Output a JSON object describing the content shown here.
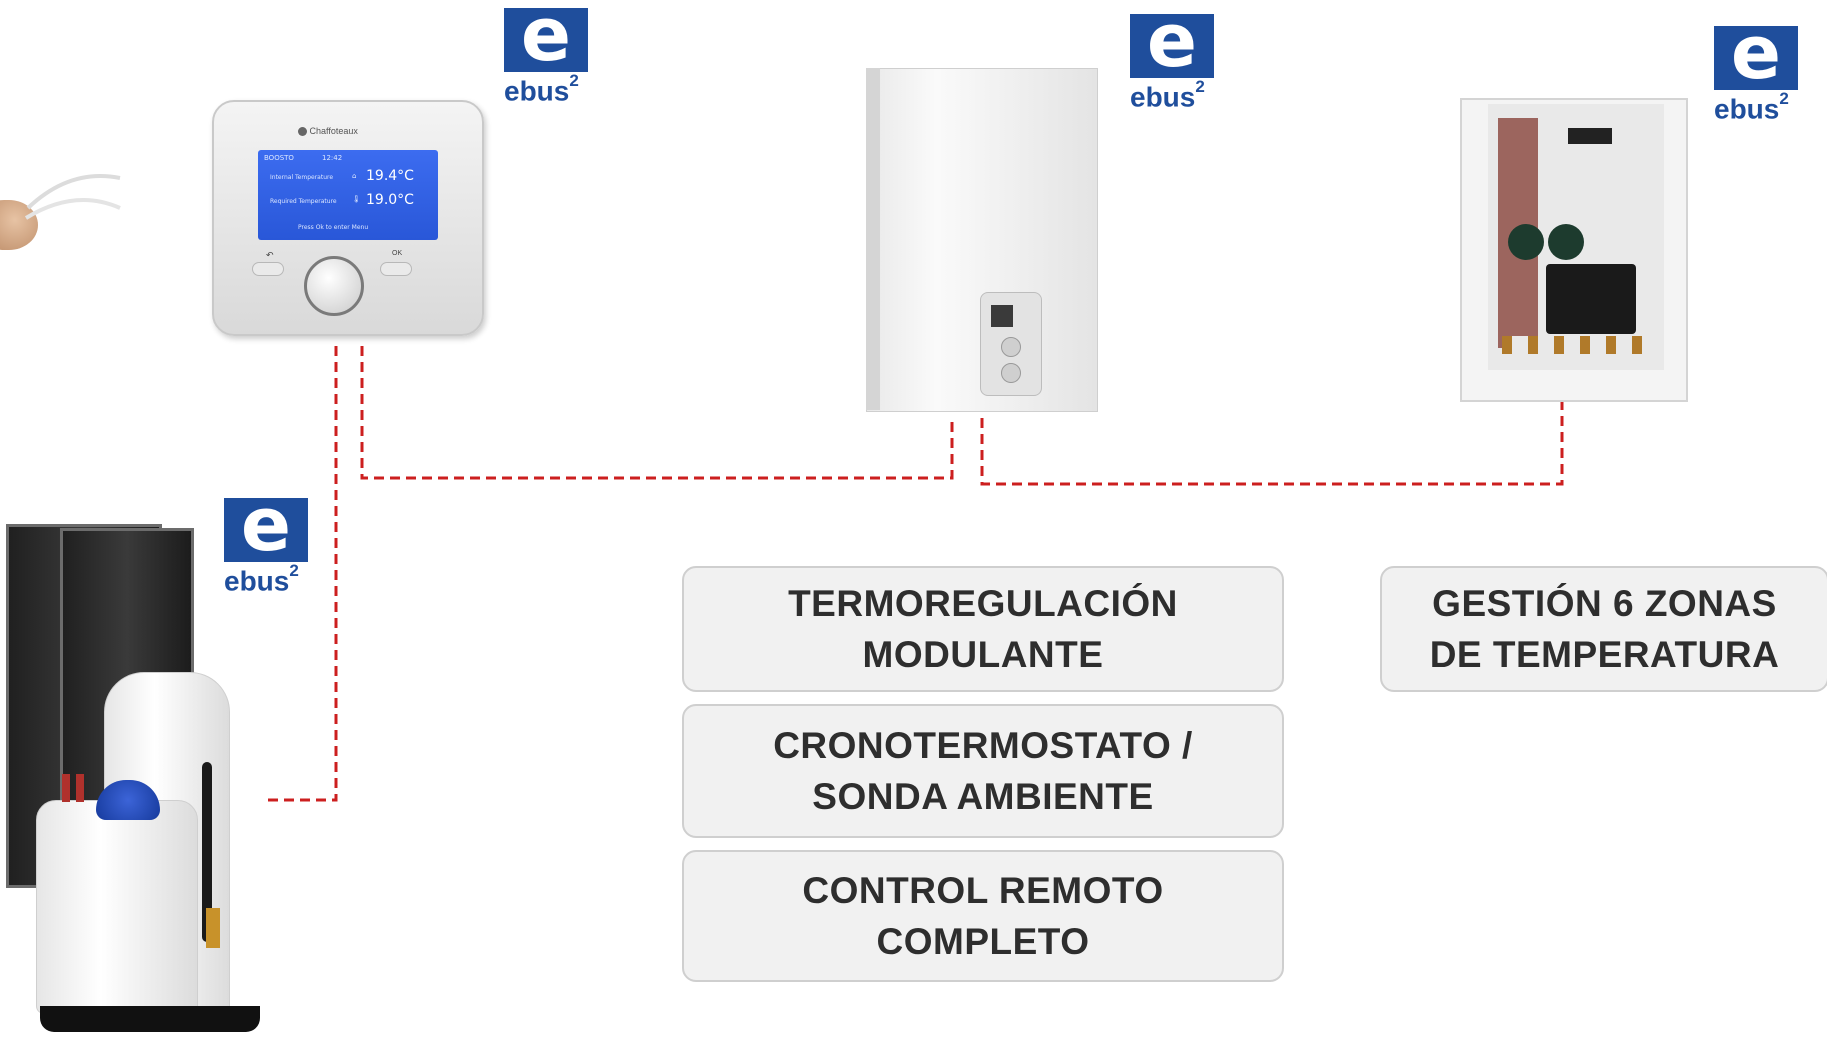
{
  "colors": {
    "ebus_blue": "#1f4e9c",
    "connection_line": "#cc1f1f",
    "box_text": "#2e2e2e",
    "box_fill": "#f1f1f1"
  },
  "ebus_logos": [
    {
      "letter": "e",
      "label": "ebus",
      "superscript": "2"
    },
    {
      "letter": "e",
      "label": "ebus",
      "superscript": "2"
    },
    {
      "letter": "e",
      "label": "ebus",
      "superscript": "2"
    },
    {
      "letter": "e",
      "label": "ebus",
      "superscript": "2"
    }
  ],
  "thermostat": {
    "brand": "Chaffoteaux",
    "screen_top_left": "BOOSTO",
    "screen_top_right": "12:42",
    "internal_label": "Internal Temperature",
    "internal_value": "19.4°C",
    "required_label": "Required Temperature",
    "required_value": "19.0°C",
    "hint": "Press Ok to enter Menu",
    "ok_label": "OK"
  },
  "features": {
    "thermoregulation": "TERMOREGULACIÓN\nMODULANTE",
    "chronothermostat": "CRONOTERMOSTATO /\nSONDA AMBIENTE",
    "remote_control": "CONTROL REMOTO\nCOMPLETO",
    "zones": "GESTIÓN 6 ZONAS\nDE TEMPERATURA"
  }
}
